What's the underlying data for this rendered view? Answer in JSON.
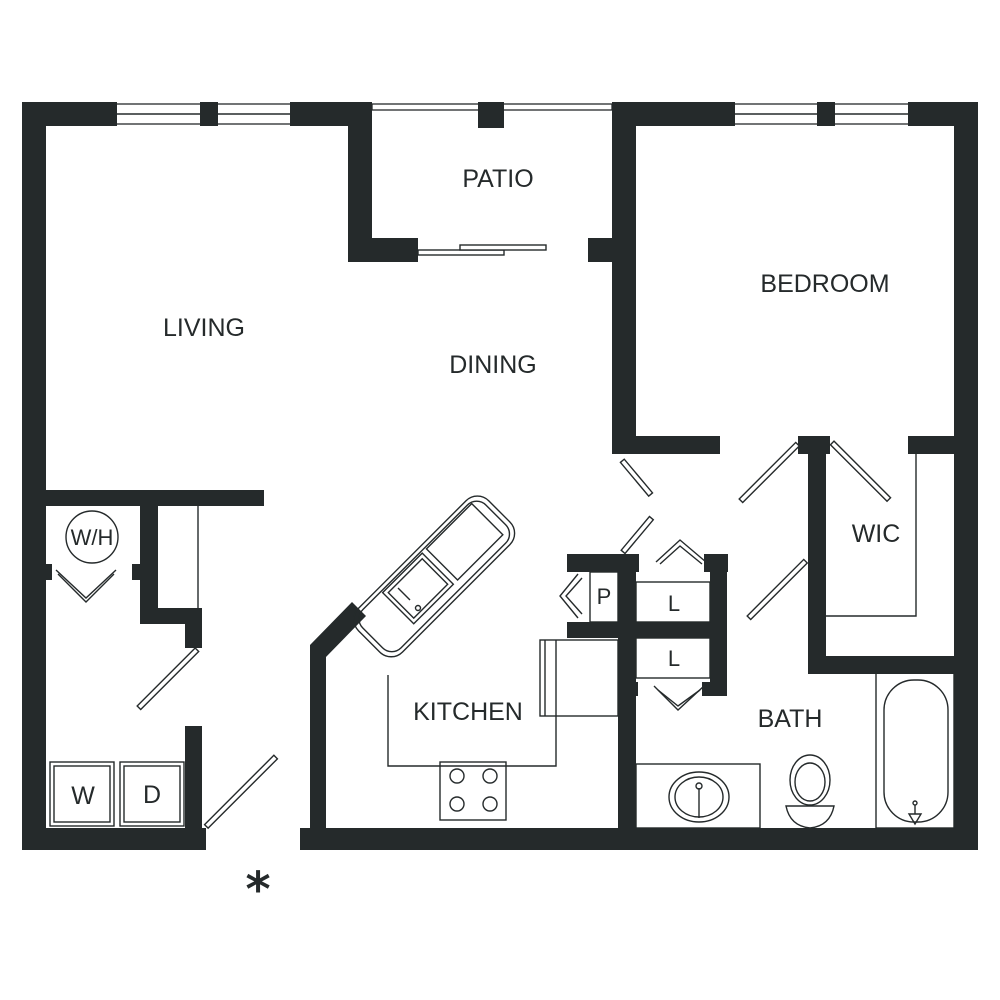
{
  "rooms": {
    "patio": "PATIO",
    "living": "LIVING",
    "dining": "DINING",
    "bedroom": "BEDROOM",
    "wic": "WIC",
    "kitchen": "KITCHEN",
    "bath": "BATH"
  },
  "fixtures": {
    "water_heater": "W/H",
    "washer": "W",
    "dryer": "D",
    "pantry": "P",
    "linen_upper": "L",
    "linen_lower": "L"
  },
  "entry_marker": "*",
  "colors": {
    "wall": "#252a2b",
    "background": "#ffffff"
  }
}
